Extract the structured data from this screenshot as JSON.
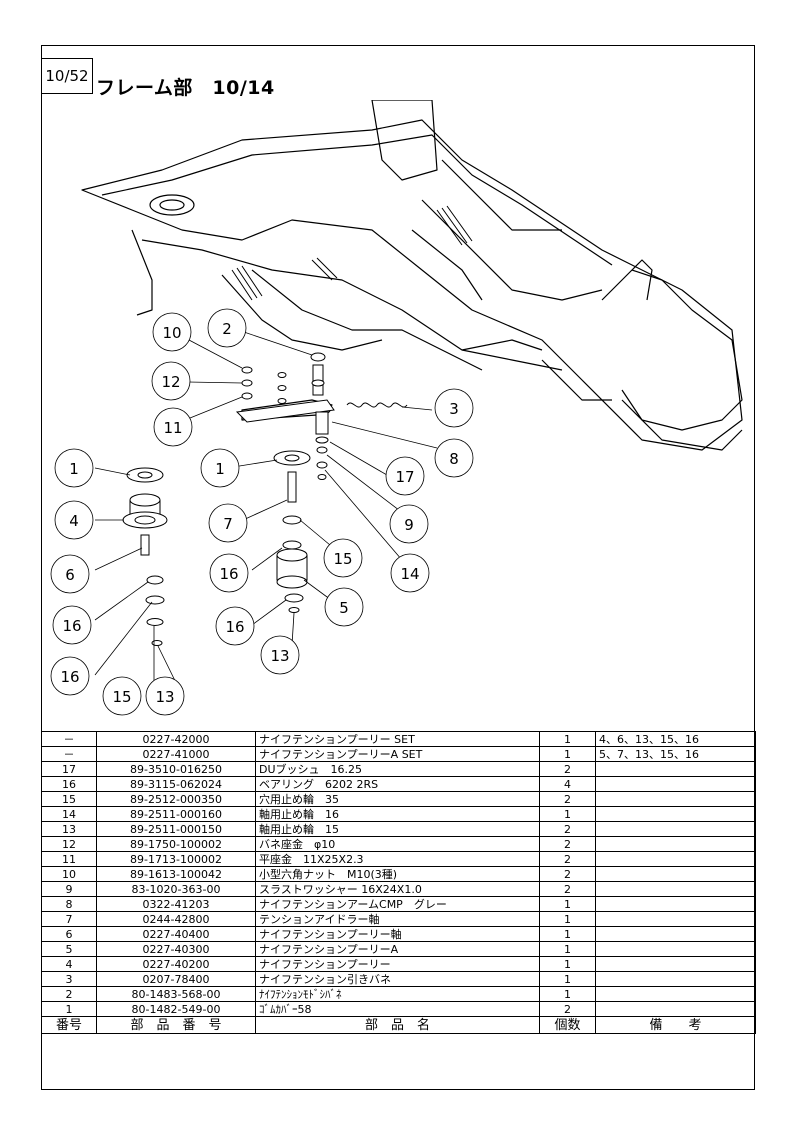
{
  "page": {
    "page_number": "10/52",
    "title": "フレーム部　10/14"
  },
  "callouts": [
    "10",
    "2",
    "12",
    "11",
    "3",
    "8",
    "1",
    "17",
    "9",
    "14",
    "4",
    "7",
    "15",
    "16",
    "6",
    "5",
    "13"
  ],
  "table": {
    "headers": {
      "no": "番号",
      "part_number": "部　品　番　号",
      "name": "部　品　名",
      "qty": "個数",
      "remarks": "備　　考"
    },
    "rows": [
      {
        "no": "－",
        "part_number": "0227-42000",
        "name": "ナイフテンションプーリー SET",
        "qty": "1",
        "remarks": "4、6、13、15、16"
      },
      {
        "no": "－",
        "part_number": "0227-41000",
        "name": "ナイフテンションプーリーA SET",
        "qty": "1",
        "remarks": "5、7、13、15、16"
      },
      {
        "no": "17",
        "part_number": "89-3510-016250",
        "name": "DUブッシュ　16.25",
        "qty": "2",
        "remarks": ""
      },
      {
        "no": "16",
        "part_number": "89-3115-062024",
        "name": "ベアリング　6202 2RS",
        "qty": "4",
        "remarks": ""
      },
      {
        "no": "15",
        "part_number": "89-2512-000350",
        "name": "穴用止め輪　35",
        "qty": "2",
        "remarks": ""
      },
      {
        "no": "14",
        "part_number": "89-2511-000160",
        "name": "軸用止め輪　16",
        "qty": "1",
        "remarks": ""
      },
      {
        "no": "13",
        "part_number": "89-2511-000150",
        "name": "軸用止め輪　15",
        "qty": "2",
        "remarks": ""
      },
      {
        "no": "12",
        "part_number": "89-1750-100002",
        "name": "バネ座金　φ10",
        "qty": "2",
        "remarks": ""
      },
      {
        "no": "11",
        "part_number": "89-1713-100002",
        "name": "平座金　11X25X2.3",
        "qty": "2",
        "remarks": ""
      },
      {
        "no": "10",
        "part_number": "89-1613-100042",
        "name": "小型六角ナット　M10(3種)",
        "qty": "2",
        "remarks": ""
      },
      {
        "no": "9",
        "part_number": "83-1020-363-00",
        "name": "スラストワッシャー 16X24X1.0",
        "qty": "2",
        "remarks": ""
      },
      {
        "no": "8",
        "part_number": "0322-41203",
        "name": "ナイフテンションアームCMP　グレー",
        "qty": "1",
        "remarks": ""
      },
      {
        "no": "7",
        "part_number": "0244-42800",
        "name": "テンションアイドラー軸",
        "qty": "1",
        "remarks": ""
      },
      {
        "no": "6",
        "part_number": "0227-40400",
        "name": "ナイフテンションプーリー軸",
        "qty": "1",
        "remarks": ""
      },
      {
        "no": "5",
        "part_number": "0227-40300",
        "name": "ナイフテンションプーリーA",
        "qty": "1",
        "remarks": ""
      },
      {
        "no": "4",
        "part_number": "0227-40200",
        "name": "ナイフテンションプーリー",
        "qty": "1",
        "remarks": ""
      },
      {
        "no": "3",
        "part_number": "0207-78400",
        "name": "ナイフテンション引きバネ",
        "qty": "1",
        "remarks": ""
      },
      {
        "no": "2",
        "part_number": "80-1483-568-00",
        "name": "ﾅｲﾌﾃﾝｼｮﾝﾓﾄﾞｼﾊﾞﾈ",
        "qty": "1",
        "remarks": ""
      },
      {
        "no": "1",
        "part_number": "80-1482-549-00",
        "name": "ｺﾞﾑｶﾊﾞｰ58",
        "qty": "2",
        "remarks": ""
      }
    ]
  }
}
